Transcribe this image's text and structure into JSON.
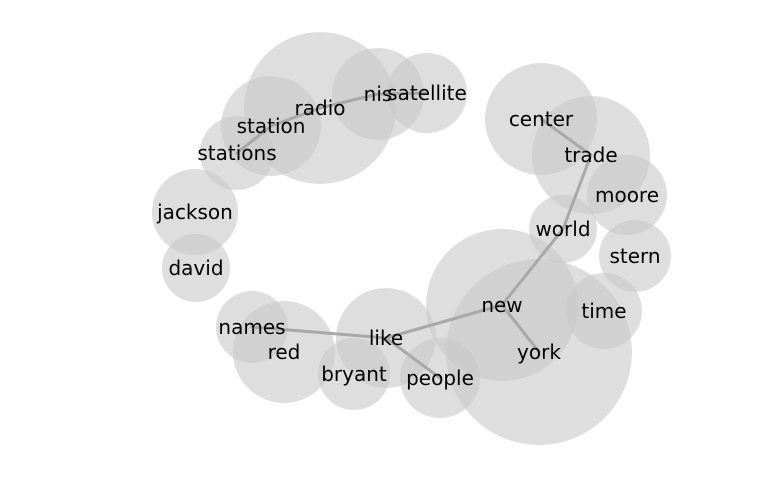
{
  "words": [
    {
      "id": "radio",
      "text": "radio"
    },
    {
      "id": "nis",
      "text": "nis"
    },
    {
      "id": "satellite",
      "text": "satellite"
    },
    {
      "id": "station",
      "text": "station"
    },
    {
      "id": "stations",
      "text": "stations"
    },
    {
      "id": "jackson",
      "text": "jackson"
    },
    {
      "id": "david",
      "text": "david"
    },
    {
      "id": "center",
      "text": "center"
    },
    {
      "id": "trade",
      "text": "trade"
    },
    {
      "id": "moore",
      "text": "moore"
    },
    {
      "id": "world",
      "text": "world"
    },
    {
      "id": "stern",
      "text": "stern"
    },
    {
      "id": "new",
      "text": "new"
    },
    {
      "id": "time",
      "text": "time"
    },
    {
      "id": "york",
      "text": "york"
    },
    {
      "id": "names",
      "text": "names"
    },
    {
      "id": "like",
      "text": "like"
    },
    {
      "id": "red",
      "text": "red"
    },
    {
      "id": "bryant",
      "text": "bryant"
    },
    {
      "id": "people",
      "text": "people"
    }
  ],
  "links": [
    [
      "radio",
      "nis"
    ],
    [
      "nis",
      "satellite"
    ],
    [
      "radio",
      "station"
    ],
    [
      "station",
      "stations"
    ],
    [
      "center",
      "trade"
    ],
    [
      "trade",
      "world"
    ],
    [
      "world",
      "new"
    ],
    [
      "new",
      "york"
    ],
    [
      "new",
      "like"
    ],
    [
      "like",
      "names"
    ],
    [
      "like",
      "people"
    ]
  ]
}
